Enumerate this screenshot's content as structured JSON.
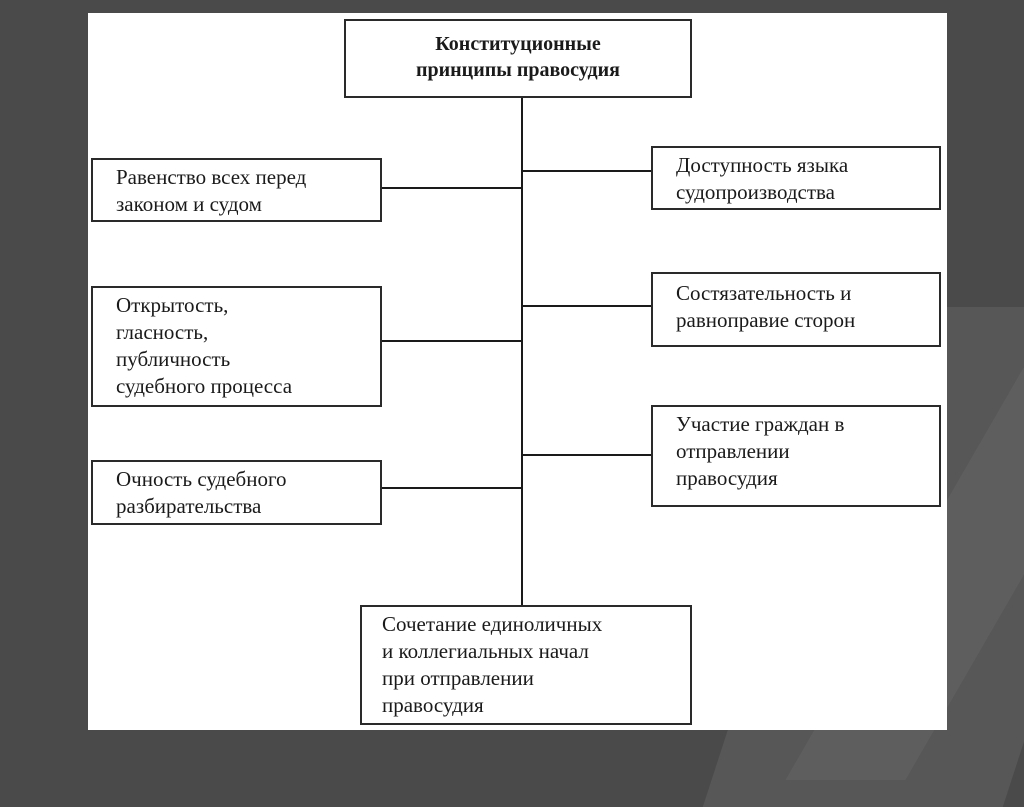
{
  "diagram": {
    "title": "Конституционные\nпринципы правосудия",
    "left": [
      "Равенство всех перед\nзаконом и судом",
      "Открытость,\nгласность,\nпубличность\nсудебного процесса",
      "Очность судебного\nразбирательства"
    ],
    "right": [
      "Доступность языка\nсудопроизводства",
      "Состязательность и\nравноправие сторон",
      "Участие граждан в\nотправлении\nправосудия"
    ],
    "bottom": "Сочетание единоличных\nи коллегиальных начал\nпри отправлении\nправосудия"
  }
}
